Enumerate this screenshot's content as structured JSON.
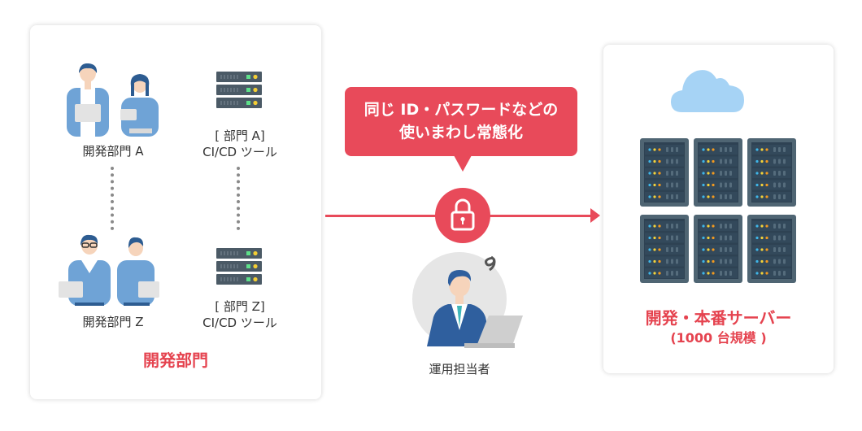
{
  "dev_department": {
    "group_a": {
      "label": "開発部門 A",
      "tool_label_line1": "[ 部門 A]",
      "tool_label_line2": "CI/CD ツール"
    },
    "group_z": {
      "label": "開発部門 Z",
      "tool_label_line1": "[ 部門 Z]",
      "tool_label_line2": "CI/CD ツール"
    },
    "title": "開発部門"
  },
  "callout": {
    "line1": "同じ ID・パスワードなどの",
    "line2": "使いまわし常態化"
  },
  "operator": {
    "label": "運用担当者"
  },
  "servers": {
    "title": "開発・本番サーバー",
    "subtitle": "(1000 台規模 )",
    "rack_count": 6
  },
  "colors": {
    "accent_red": "#e84a5a",
    "title_red": "#e5434f",
    "person_blue": "#6fa3d6",
    "server_dark": "#3d5566",
    "cloud_blue": "#a6d3f5"
  },
  "icons": {
    "lock": "lock-icon",
    "cloud": "cloud-icon",
    "server": "server-icon",
    "people": "people-icon",
    "operator": "operator-icon"
  }
}
